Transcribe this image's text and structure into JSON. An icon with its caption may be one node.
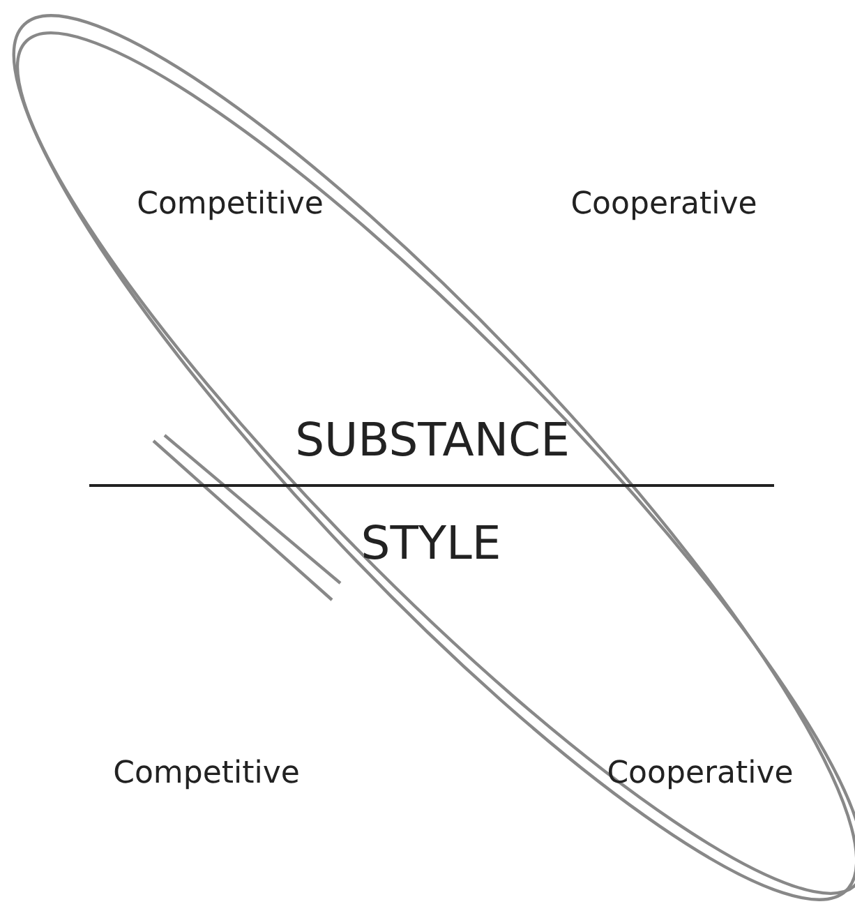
{
  "diagram": {
    "labels": [
      "Competitive",
      "Cooperative",
      "SUBSTANCE",
      "STYLE",
      "Competitive",
      "Cooperative"
    ]
  }
}
